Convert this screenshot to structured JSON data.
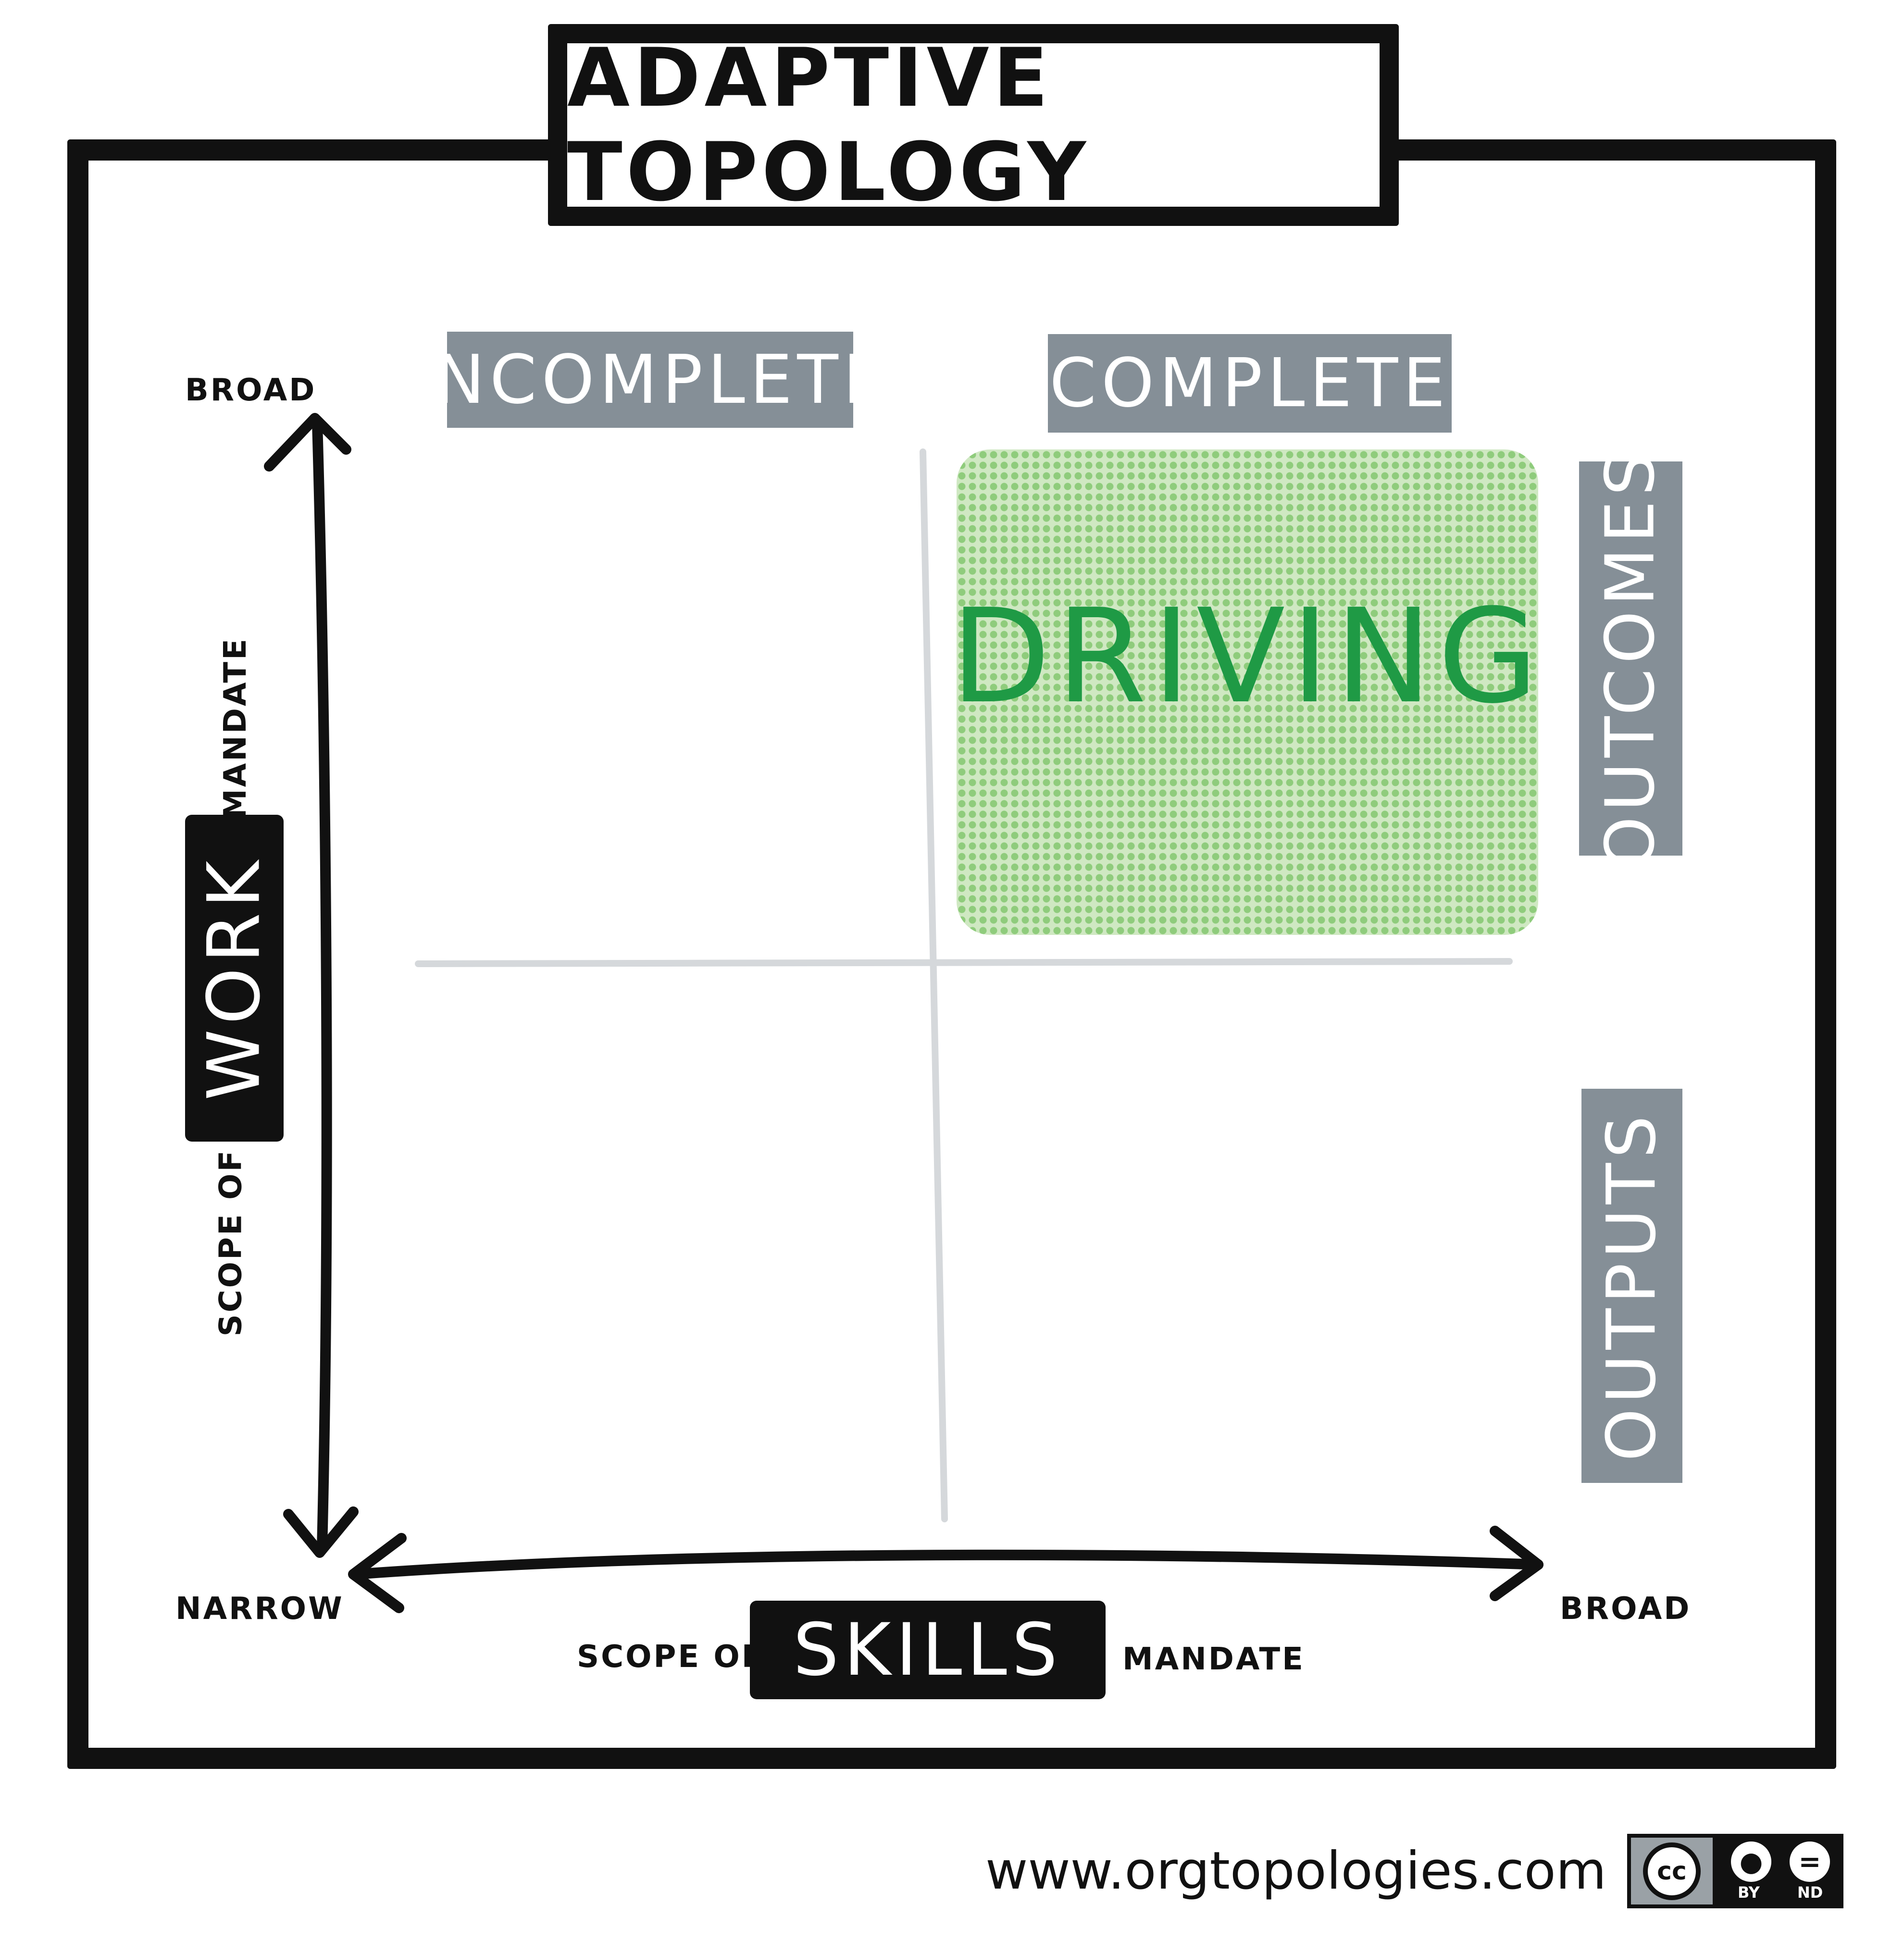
{
  "title": "ADAPTIVE TOPOLOGY",
  "columns": {
    "left": "INCOMPLETE",
    "right": "COMPLETE"
  },
  "rows": {
    "top": "OUTCOMES",
    "bottom": "OUTPUTS"
  },
  "highlight": {
    "label": "DRIVING",
    "color": "#1f9a45",
    "fill": "#cfe8c2"
  },
  "y_axis": {
    "top_label": "BROAD",
    "bottom_label": "NARROW",
    "prefix": "SCOPE OF",
    "key": "WORK",
    "suffix": "MANDATE"
  },
  "x_axis": {
    "right_label": "BROAD",
    "prefix": "SCOPE OF",
    "key": "SKILLS",
    "suffix": "MANDATE"
  },
  "footer": {
    "url": "www.orgtopologies.com",
    "license": {
      "cc": "cc",
      "by": "BY",
      "nd": "ND"
    }
  },
  "colors": {
    "label_grey": "#858f97",
    "frame": "#111111",
    "grid": "#d5d8db"
  }
}
